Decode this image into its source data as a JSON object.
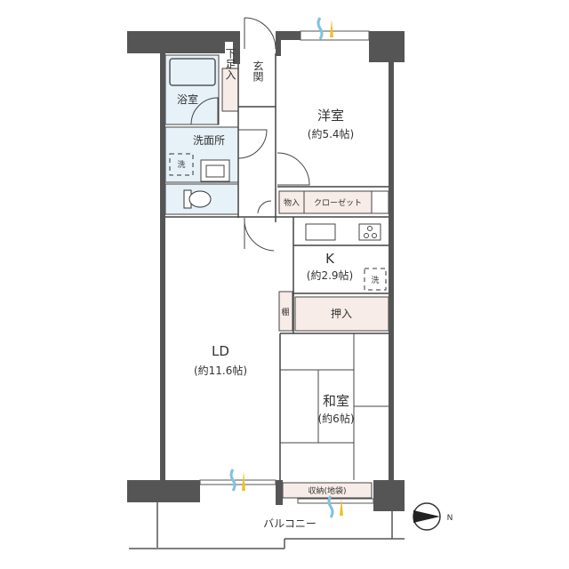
{
  "floor_plan": {
    "rooms": {
      "western_room": {
        "name": "洋室",
        "size": "(約5.4帖)"
      },
      "kitchen": {
        "name": "K",
        "size": "(約2.9帖)"
      },
      "living_dining": {
        "name": "LD",
        "size": "(約11.6帖)"
      },
      "japanese_room": {
        "name": "和室",
        "size": "(約6帖)"
      },
      "bathroom": {
        "name": "浴室"
      },
      "washroom": {
        "name": "洗面所"
      },
      "entrance": {
        "name": "玄関"
      },
      "shoe_cabinet": {
        "name": "下足入"
      },
      "storage": {
        "name": "物入"
      },
      "closet": {
        "name": "クローゼット"
      },
      "oshiire": {
        "name": "押入"
      },
      "shelf": {
        "name": "棚"
      },
      "floor_storage": {
        "name": "収納(地袋)"
      },
      "balcony": {
        "name": "バルコニー"
      }
    },
    "washer_mark": "洗",
    "compass": {
      "label": "N"
    },
    "colors": {
      "wall": "#555555",
      "wet_area": "#e6f1f8",
      "storage": "#f7ece8",
      "line": "#444444",
      "window_blue": "#7fc3e0",
      "window_yellow": "#f0c020"
    }
  }
}
